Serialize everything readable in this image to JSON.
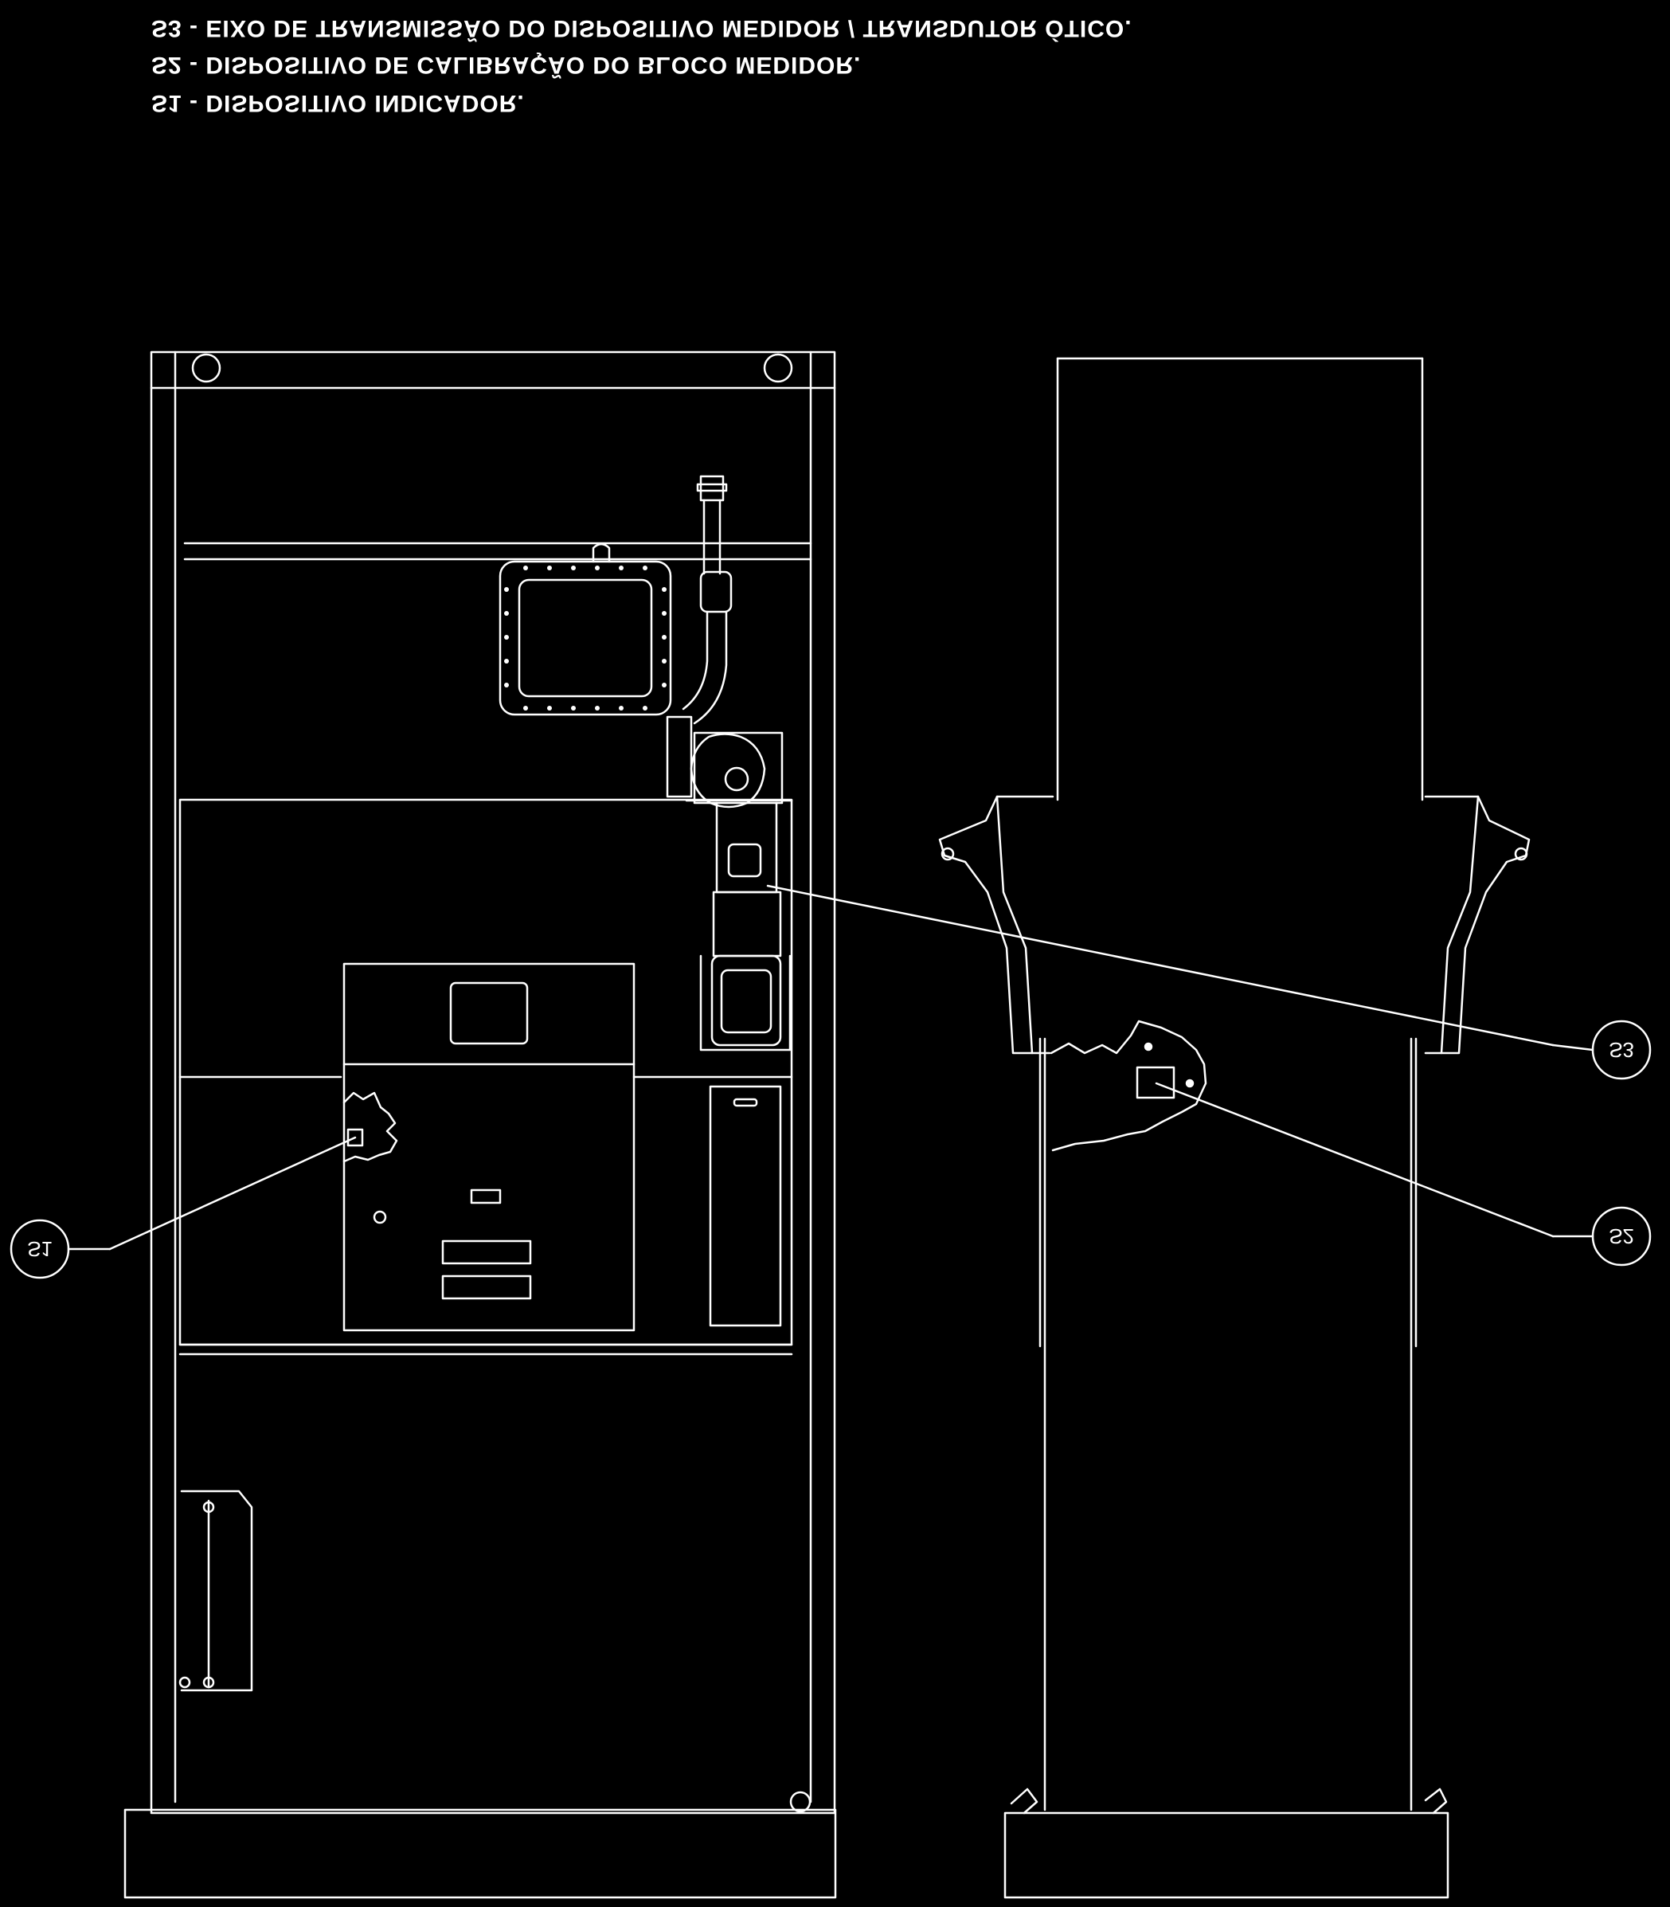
{
  "legend": {
    "s3": "S3 - EIXO DE TRANSMISSÃO DO DISPOSITIVO MEDIDOR / TRANSDUTOR ÓTICO.",
    "s2": "S2 - DISPOSITIVO DE CALIBRAÇÃO DO BLOCO MEDIDOR.",
    "s1": "S1 - DISPOSITIVO INDICADOR."
  },
  "callouts": {
    "s1": "S1",
    "s2": "S2",
    "s3": "S3"
  },
  "colors": {
    "background": "#000000",
    "line": "#ffffff"
  }
}
